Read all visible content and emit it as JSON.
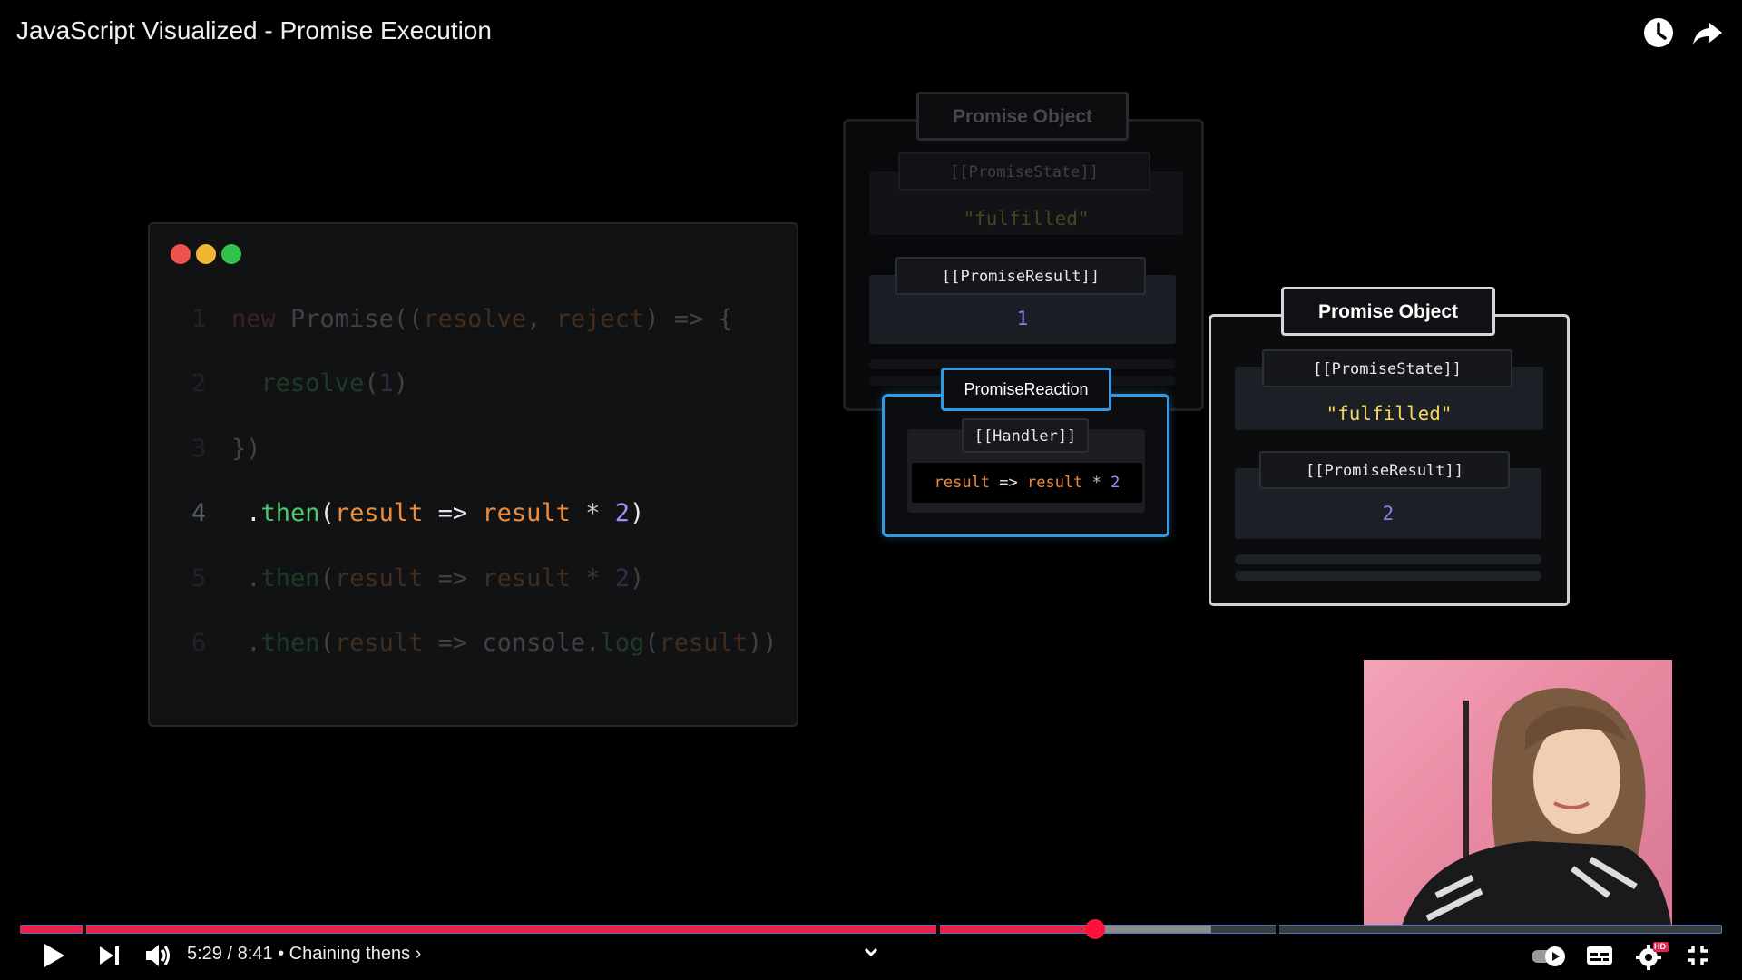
{
  "video": {
    "title": "JavaScript Visualized - Promise Execution"
  },
  "top_icons": [
    "clock-icon",
    "share-icon"
  ],
  "code": {
    "lines": [
      {
        "num": "1",
        "tokens": [
          [
            "new ",
            "k-red"
          ],
          [
            "Promise((",
            "k-white"
          ],
          [
            "resolve",
            "k-orange"
          ],
          [
            ", ",
            "k-white"
          ],
          [
            "reject",
            "k-orange"
          ],
          [
            ") => {",
            "k-white"
          ]
        ],
        "dim": true
      },
      {
        "num": "2",
        "tokens": [
          [
            "  resolve",
            "k-green"
          ],
          [
            "(",
            "k-white"
          ],
          [
            "1",
            "k-purple"
          ],
          [
            ")",
            "k-white"
          ]
        ],
        "dim": true
      },
      {
        "num": "3",
        "tokens": [
          [
            "})",
            "k-white"
          ]
        ],
        "dim": true
      },
      {
        "num": "4",
        "tokens": [
          [
            " .",
            "k-white"
          ],
          [
            "then",
            "k-green"
          ],
          [
            "(",
            "k-white"
          ],
          [
            "result",
            "k-orange"
          ],
          [
            " => ",
            "k-white"
          ],
          [
            "result",
            "k-orange"
          ],
          [
            " * ",
            "k-gray"
          ],
          [
            "2",
            "k-purple"
          ],
          [
            ")",
            "k-white"
          ]
        ],
        "dim": false
      },
      {
        "num": "5",
        "tokens": [
          [
            " .",
            "k-white"
          ],
          [
            "then",
            "k-green"
          ],
          [
            "(",
            "k-white"
          ],
          [
            "result",
            "k-orange"
          ],
          [
            " => ",
            "k-white"
          ],
          [
            "result",
            "k-orange"
          ],
          [
            " * ",
            "k-gray"
          ],
          [
            "2",
            "k-purple"
          ],
          [
            ")",
            "k-white"
          ]
        ],
        "dim": true
      },
      {
        "num": "6",
        "tokens": [
          [
            " .",
            "k-white"
          ],
          [
            "then",
            "k-green"
          ],
          [
            "(",
            "k-white"
          ],
          [
            "result",
            "k-orange"
          ],
          [
            " => ",
            "k-white"
          ],
          [
            "console",
            "k-white"
          ],
          [
            ".",
            "k-white"
          ],
          [
            "log",
            "k-green"
          ],
          [
            "(",
            "k-white"
          ],
          [
            "result",
            "k-orange"
          ],
          [
            "))",
            "k-white"
          ]
        ],
        "dim": true
      }
    ]
  },
  "promise_faded": {
    "title": "Promise Object",
    "state_label": "[[PromiseState]]",
    "state_value": "\"fulfilled\"",
    "result_label": "[[PromiseResult]]",
    "result_value": "1"
  },
  "reaction": {
    "title": "PromiseReaction",
    "handler_label": "[[Handler]]",
    "handler_tokens": [
      [
        "result",
        "k-orange"
      ],
      [
        " => ",
        "k-white"
      ],
      [
        "result",
        "k-orange"
      ],
      [
        " * ",
        "k-gray"
      ],
      [
        "2",
        "k-purple"
      ]
    ]
  },
  "promise_active": {
    "title": "Promise Object",
    "state_label": "[[PromiseState]]",
    "state_value": "\"fulfilled\"",
    "result_label": "[[PromiseResult]]",
    "result_value": "2"
  },
  "player": {
    "time": "5:29 / 8:41",
    "chapter": "• Chaining thens ›",
    "progress_fraction": 0.6315,
    "buffer_fraction": 0.7,
    "hd_badge": "HD"
  },
  "colors": {
    "accent_red": "#e8214d",
    "reaction_blue": "#2f9be6",
    "state_yellow": "#f5d55a"
  }
}
